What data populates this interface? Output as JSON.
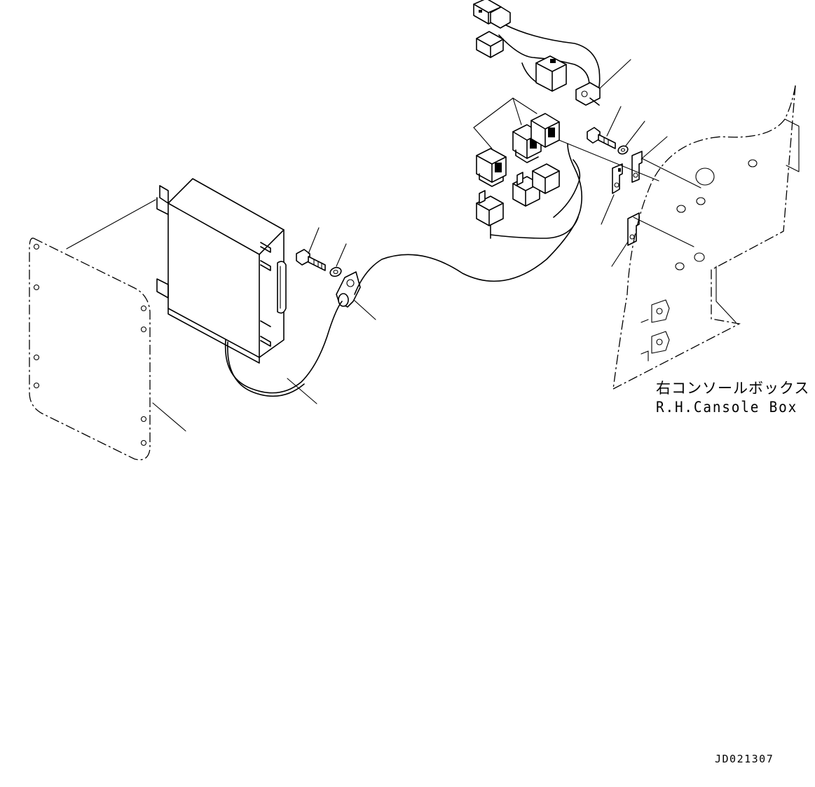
{
  "diagram": {
    "callouts": {
      "console_box_jp": "右コンソールボックス",
      "console_box_en": "R.H.Cansole Box"
    },
    "drawing_number": "JD021307"
  }
}
